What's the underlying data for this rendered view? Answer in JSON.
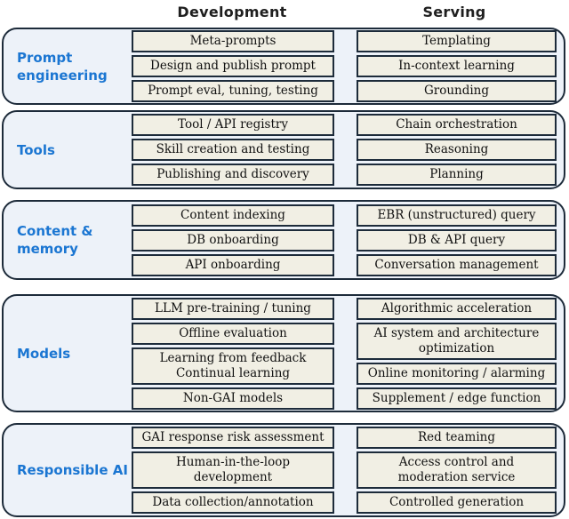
{
  "colors": {
    "accent_blue": "#1b76d2",
    "band_bg": "#edf2f9",
    "band_border": "#1d2b3a",
    "box_bg": "#f1efe4",
    "box_border": "#1d2b3a",
    "header_text": "#1f1f1f"
  },
  "header": {
    "development": "Development",
    "serving": "Serving"
  },
  "rows": [
    {
      "label": "Prompt engineering",
      "development": [
        "Meta-prompts",
        "Design and publish prompt",
        "Prompt eval, tuning, testing"
      ],
      "serving": [
        "Templating",
        "In-context learning",
        "Grounding"
      ]
    },
    {
      "label": "Tools",
      "development": [
        "Tool / API registry",
        "Skill creation and testing",
        "Publishing and discovery"
      ],
      "serving": [
        "Chain orchestration",
        "Reasoning",
        "Planning"
      ]
    },
    {
      "label": "Content & memory",
      "development": [
        "Content indexing",
        "DB onboarding",
        "API onboarding"
      ],
      "serving": [
        "EBR (unstructured) query",
        "DB & API query",
        "Conversation management"
      ]
    },
    {
      "label": "Models",
      "development": [
        "LLM pre-training / tuning",
        "Offline evaluation",
        "Learning from feedback\nContinual learning",
        "Non-GAI models"
      ],
      "serving": [
        "Algorithmic acceleration",
        "AI system and architecture\noptimization",
        "Online monitoring / alarming",
        "Supplement / edge function"
      ]
    },
    {
      "label": "Responsible AI",
      "development": [
        "GAI response risk assessment",
        "Human-in-the-loop\ndevelopment",
        "Data collection/annotation"
      ],
      "serving": [
        "Red teaming",
        "Access control and\nmoderation service",
        "Controlled generation"
      ]
    }
  ]
}
